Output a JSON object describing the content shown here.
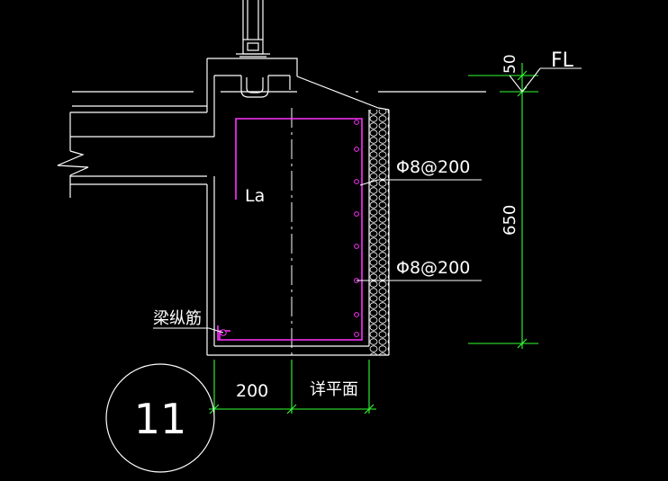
{
  "drawing": {
    "labels": {
      "fl": "FL",
      "dim_top": "50",
      "dim_height": "650",
      "rebar_upper": "Φ8@200",
      "rebar_lower": "Φ8@200",
      "anchorage": "La",
      "beam_bars": "梁纵筋",
      "dim_width": "200",
      "dim_detail": "详平面",
      "detail_number": "11"
    },
    "colors": {
      "background": "#000000",
      "lines": "#ffffff",
      "dimension": "#33ff33",
      "rebar": "#ff33ff"
    }
  }
}
